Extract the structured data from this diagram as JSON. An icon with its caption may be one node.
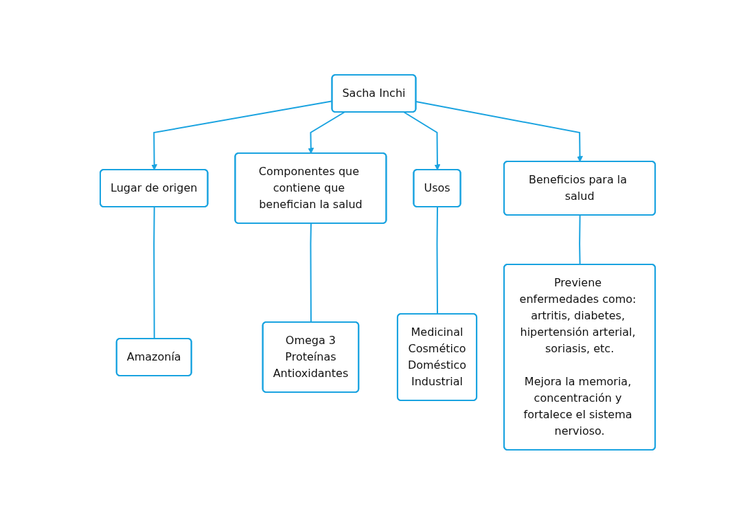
{
  "diagram": {
    "nodes": [
      {
        "text": [
          "Sacha Inchi"
        ]
      },
      {
        "text": [
          "Lugar de origen"
        ]
      },
      {
        "text": [
          "Componentes que contiene que benefician la salud"
        ]
      },
      {
        "text": [
          "Usos"
        ]
      },
      {
        "text": [
          "Beneficios para la salud"
        ]
      },
      {
        "text": [
          "Amazonía"
        ]
      },
      {
        "text": [
          "Omega 3",
          "Proteínas",
          "Antioxidantes"
        ]
      },
      {
        "text": [
          "Medicinal",
          "Cosmético",
          "Doméstico",
          "Industrial"
        ]
      },
      {
        "text": [
          "Previene enfermedades como: artritis, diabetes, hipertensión arterial, soriasis, etc.",
          "Mejora la memoria, concentración y fortalece el sistema nervioso."
        ]
      }
    ],
    "edges": [
      {
        "from": 0,
        "to": 1,
        "arrow": "to"
      },
      {
        "from": 0,
        "to": 2,
        "arrow": "to"
      },
      {
        "from": 0,
        "to": 3,
        "arrow": "to"
      },
      {
        "from": 0,
        "to": 4,
        "arrow": "to"
      },
      {
        "from": 1,
        "to": 5,
        "arrow": "none"
      },
      {
        "from": 2,
        "to": 6,
        "arrow": "none"
      },
      {
        "from": 3,
        "to": 7,
        "arrow": "none"
      },
      {
        "from": 4,
        "to": 8,
        "arrow": "none"
      }
    ]
  }
}
